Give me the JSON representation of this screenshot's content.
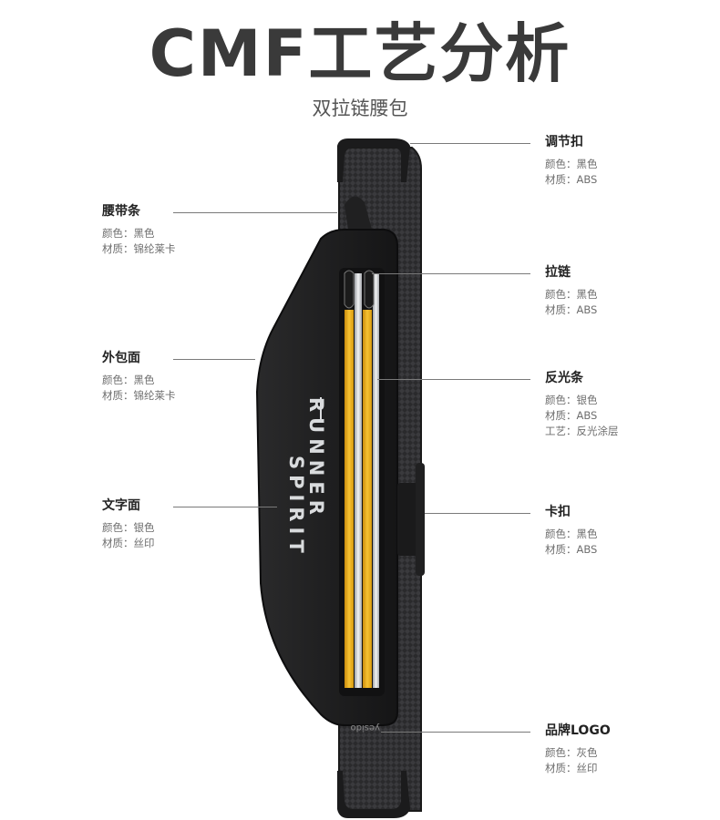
{
  "title": "CMF工艺分析",
  "subtitle": "双拉链腰包",
  "product_text": {
    "line1": "RUNNER",
    "line2": "SPIRIT",
    "logo": "yesido"
  },
  "colors": {
    "bag": "#1f1f20",
    "strap": "#2b2b2d",
    "reflective_yellow": "#f0b21b",
    "reflective_silver": "#d9dbdd"
  },
  "labels": {
    "adjuster": {
      "name": "调节扣",
      "rows": [
        "颜色：黑色",
        "材质：ABS"
      ]
    },
    "strap": {
      "name": "腰带条",
      "rows": [
        "颜色：黑色",
        "材质：锦纶莱卡"
      ]
    },
    "zipper": {
      "name": "拉链",
      "rows": [
        "颜色：黑色",
        "材质：ABS"
      ]
    },
    "outer": {
      "name": "外包面",
      "rows": [
        "颜色：黑色",
        "材质：锦纶莱卡"
      ]
    },
    "reflective": {
      "name": "反光条",
      "rows": [
        "颜色：银色",
        "材质：ABS",
        "工艺：反光涂层"
      ]
    },
    "text_face": {
      "name": "文字面",
      "rows": [
        "颜色：银色",
        "材质：丝印"
      ]
    },
    "buckle": {
      "name": "卡扣",
      "rows": [
        "颜色：黑色",
        "材质：ABS"
      ]
    },
    "logo": {
      "name": "品牌LOGO",
      "rows": [
        "颜色：灰色",
        "材质：丝印"
      ]
    }
  }
}
